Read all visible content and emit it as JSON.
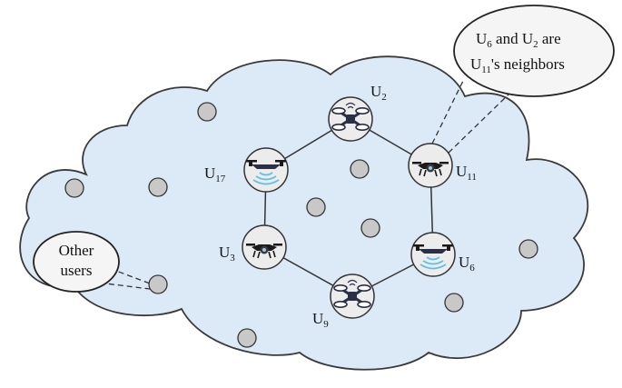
{
  "colors": {
    "cloud_fill": "#dbeaf6",
    "cloud_stroke": "#3a3a3a",
    "user_fill": "#c8c8c8",
    "user_stroke": "#333333",
    "drone_node_fill": "#ececec",
    "edge": "#333333",
    "callout_fill": "#f5f5f5",
    "signal": "#5cc0e8",
    "drone_dark": "#2a2f45",
    "drone_black": "#1a1a1a"
  },
  "uav_nodes": [
    {
      "id": "U2",
      "base": "U",
      "sub": "2",
      "icon": "drone-top-dark-icon"
    },
    {
      "id": "U11",
      "base": "U",
      "sub": "11",
      "icon": "drone-black-icon"
    },
    {
      "id": "U6",
      "base": "U",
      "sub": "6",
      "icon": "drone-signal-down-icon"
    },
    {
      "id": "U9",
      "base": "U",
      "sub": "9",
      "icon": "drone-top-dark-icon"
    },
    {
      "id": "U3",
      "base": "U",
      "sub": "3",
      "icon": "drone-black-icon"
    },
    {
      "id": "U17",
      "base": "U",
      "sub": "17",
      "icon": "drone-signal-down-icon"
    }
  ],
  "edges": [
    [
      "U2",
      "U11"
    ],
    [
      "U11",
      "U6"
    ],
    [
      "U6",
      "U9"
    ],
    [
      "U9",
      "U3"
    ],
    [
      "U3",
      "U17"
    ],
    [
      "U17",
      "U2"
    ]
  ],
  "callout_neighbors": {
    "line1": {
      "u1": "U",
      "s1": "6",
      "mid": " and U",
      "s2": "2",
      "tail": " are"
    },
    "line2": {
      "u": "U",
      "s": "11",
      "tail": "'s neighbors"
    }
  },
  "callout_other": {
    "line1": "Other",
    "line2": "users"
  }
}
